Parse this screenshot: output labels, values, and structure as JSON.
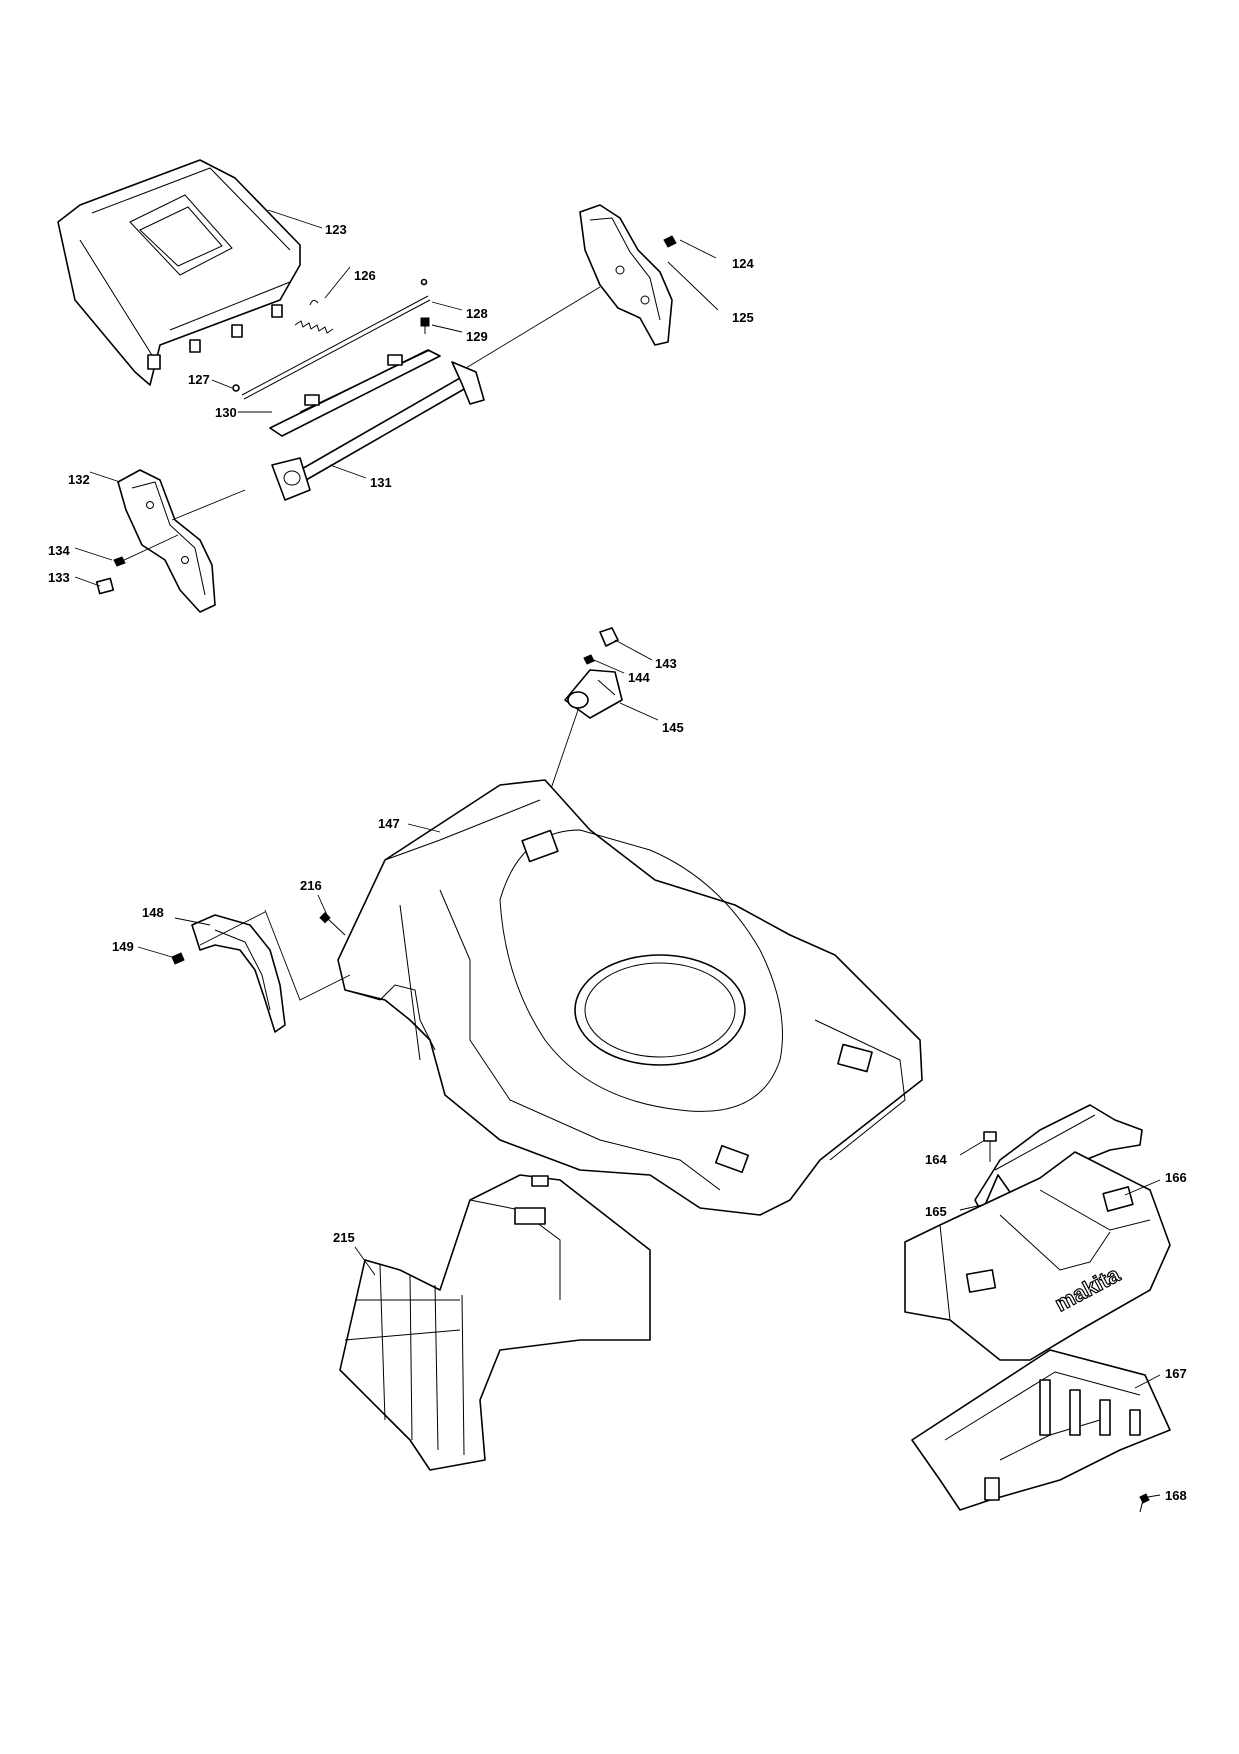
{
  "diagram": {
    "callouts": [
      {
        "id": "123",
        "label": "123"
      },
      {
        "id": "124",
        "label": "124"
      },
      {
        "id": "125",
        "label": "125"
      },
      {
        "id": "126",
        "label": "126"
      },
      {
        "id": "127",
        "label": "127"
      },
      {
        "id": "128",
        "label": "128"
      },
      {
        "id": "129",
        "label": "129"
      },
      {
        "id": "130",
        "label": "130"
      },
      {
        "id": "131",
        "label": "131"
      },
      {
        "id": "132",
        "label": "132"
      },
      {
        "id": "133",
        "label": "133"
      },
      {
        "id": "134",
        "label": "134"
      },
      {
        "id": "143",
        "label": "143"
      },
      {
        "id": "144",
        "label": "144"
      },
      {
        "id": "145",
        "label": "145"
      },
      {
        "id": "147",
        "label": "147"
      },
      {
        "id": "148",
        "label": "148"
      },
      {
        "id": "149",
        "label": "149"
      },
      {
        "id": "164",
        "label": "164"
      },
      {
        "id": "165",
        "label": "165"
      },
      {
        "id": "166",
        "label": "166"
      },
      {
        "id": "167",
        "label": "167"
      },
      {
        "id": "168",
        "label": "168"
      },
      {
        "id": "215",
        "label": "215"
      },
      {
        "id": "216",
        "label": "216"
      }
    ],
    "brand_mark": "makita"
  }
}
